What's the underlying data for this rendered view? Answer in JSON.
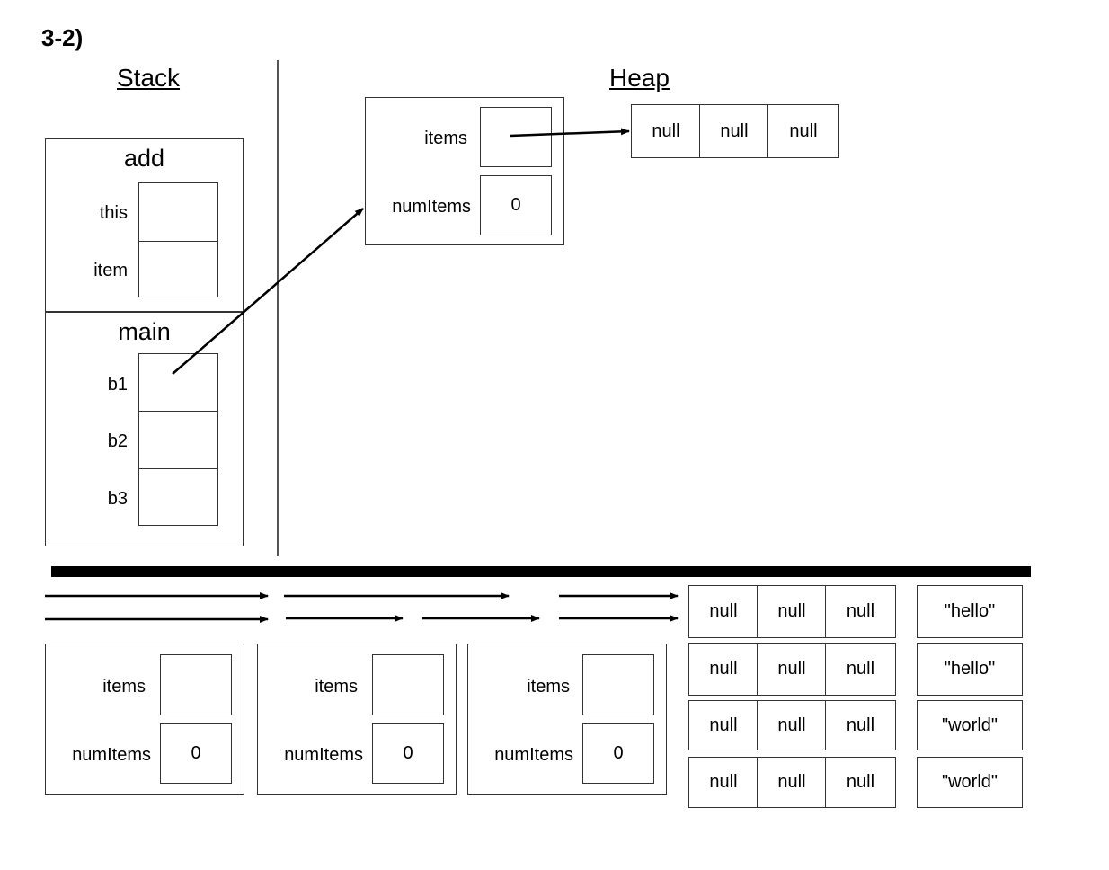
{
  "question": "3-2)",
  "stack": {
    "heading": "Stack",
    "frames": [
      {
        "name": "add",
        "vars": [
          "this",
          "item"
        ]
      },
      {
        "name": "main",
        "vars": [
          "b1",
          "b2",
          "b3"
        ]
      }
    ]
  },
  "heap": {
    "heading": "Heap",
    "object": {
      "fields": [
        {
          "name": "items",
          "value": ""
        },
        {
          "name": "numItems",
          "value": "0"
        }
      ]
    },
    "array": [
      "null",
      "null",
      "null"
    ]
  },
  "scratch": {
    "objects": [
      {
        "fields": [
          {
            "name": "items",
            "value": ""
          },
          {
            "name": "numItems",
            "value": "0"
          }
        ]
      },
      {
        "fields": [
          {
            "name": "items",
            "value": ""
          },
          {
            "name": "numItems",
            "value": "0"
          }
        ]
      },
      {
        "fields": [
          {
            "name": "items",
            "value": ""
          },
          {
            "name": "numItems",
            "value": "0"
          }
        ]
      }
    ],
    "arrays": [
      [
        "null",
        "null",
        "null"
      ],
      [
        "null",
        "null",
        "null"
      ],
      [
        "null",
        "null",
        "null"
      ],
      [
        "null",
        "null",
        "null"
      ]
    ],
    "strings": [
      "\"hello\"",
      "\"hello\"",
      "\"world\"",
      "\"world\""
    ]
  }
}
